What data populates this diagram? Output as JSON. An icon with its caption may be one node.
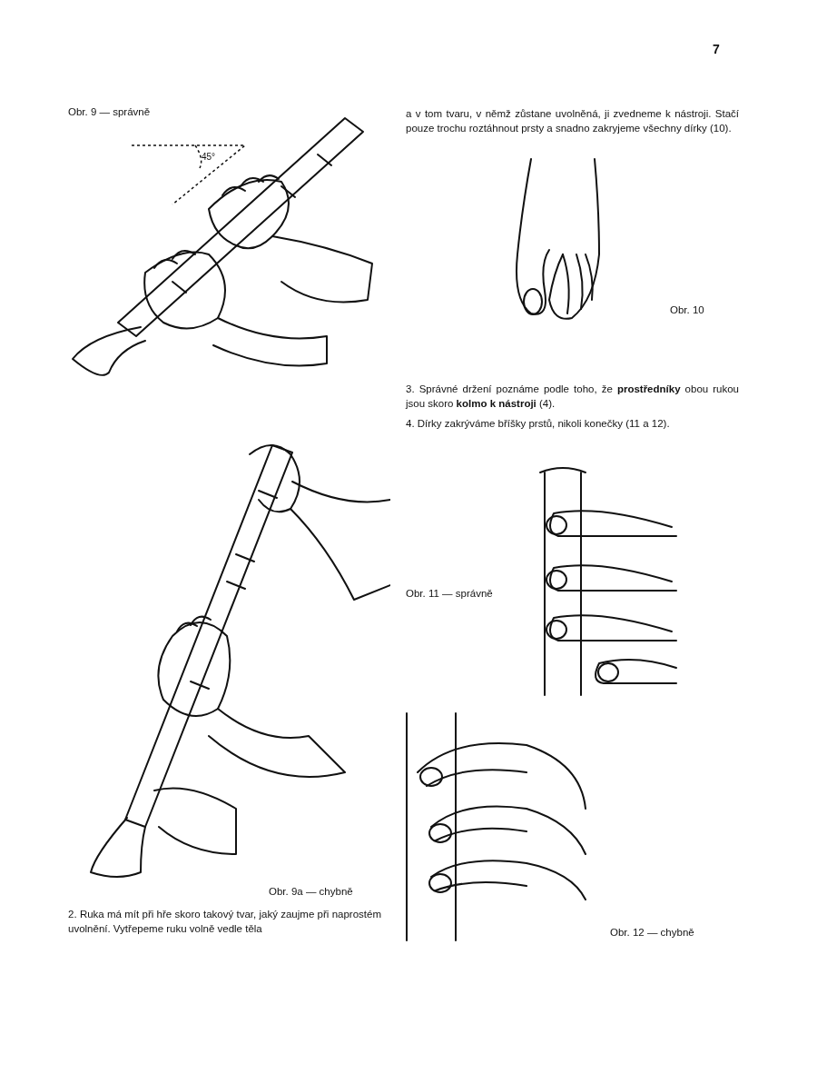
{
  "diagram": {
    "labels": [
      "7",
      "Obr. 9 — správně",
      "45°",
      "Obr. 9a — chybně",
      "2. Ruka má mít při hře skoro takový tvar, jaký zaujme při naprostém uvolnění. Vytřepeme ruku volně vedle těla",
      "a v tom tvaru, v němž zůstane uvolněná, ji zvedneme k nástroji. Stačí pouze trochu roztáhnout prsty a snadno zakryjeme všechny dírky (10).",
      "Obr. 10",
      "3. Správné držení poznáme podle toho, že **prostředníky** obou rukou jsou skoro **kolmo k nástroji** (4).",
      "4. Dírky zakrýváme bříšky prstů, nikoli konečky (11 a 12).",
      "Obr. 11 — správně",
      "Obr. 12 — chybně"
    ]
  }
}
